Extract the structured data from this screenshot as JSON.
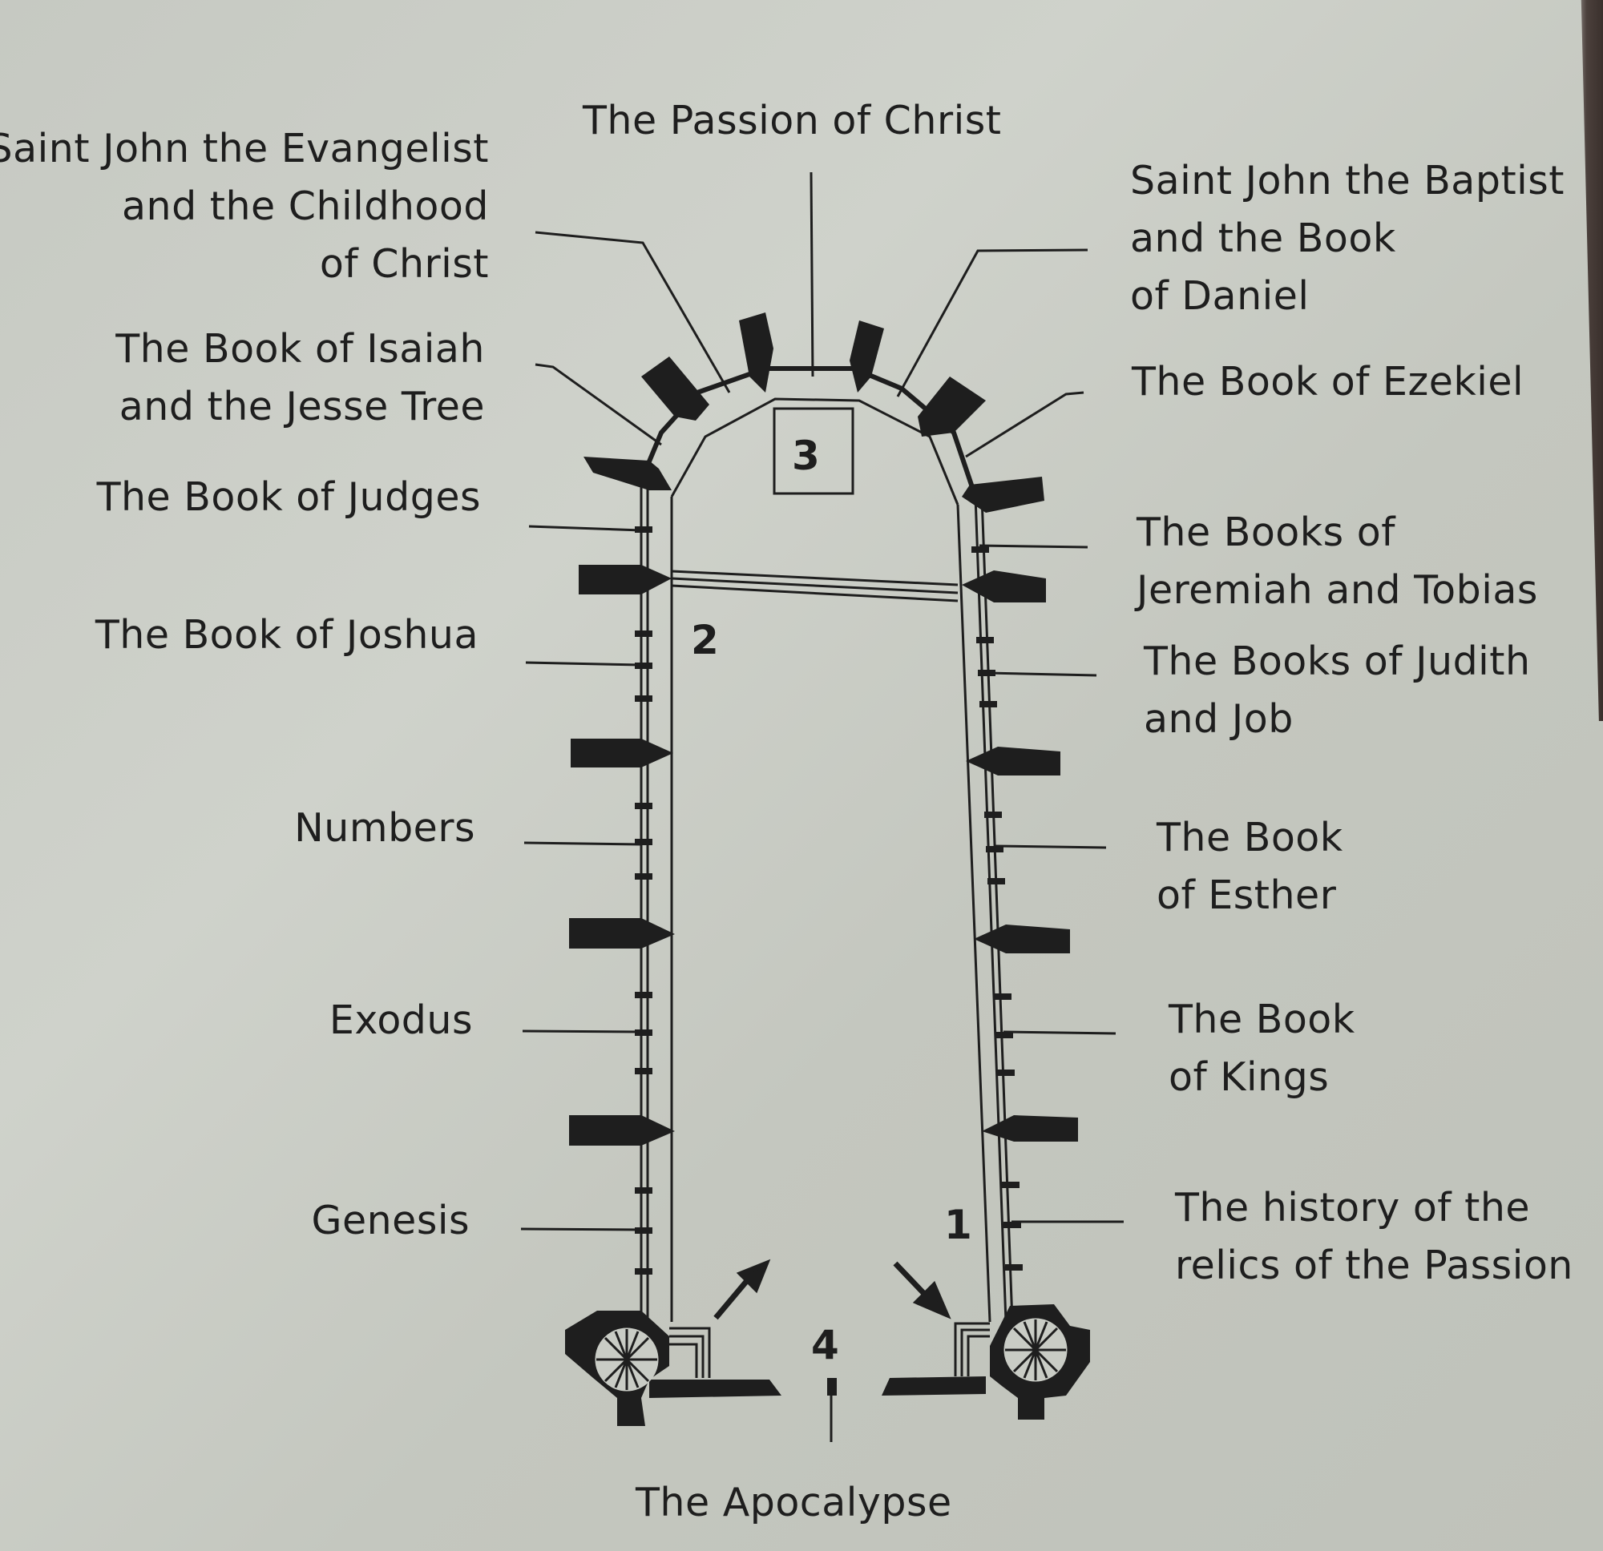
{
  "diagram": {
    "colors": {
      "paper": "#c9ccc5",
      "ink": "#1e1e1e"
    },
    "labels": {
      "passion_of_christ": "The Passion of Christ",
      "john_evangelist": "Saint John the Evangelist\nand the Childhood\nof Christ",
      "isaiah": "The Book of Isaiah\nand the Jesse Tree",
      "judges": "The Book of Judges",
      "joshua": "The Book of Joshua",
      "numbers": "Numbers",
      "exodus": "Exodus",
      "genesis": "Genesis",
      "john_baptist": "Saint John the Baptist\nand the Book\nof Daniel",
      "ezekiel": "The Book of Ezekiel",
      "jeremiah_tobias": "The Books of\nJeremiah and Tobias",
      "judith_job": "The Books of Judith\nand Job",
      "esther": "The Book\nof Esther",
      "kings": "The Book\nof Kings",
      "relics": "The history of the\nrelics of the Passion",
      "apocalypse": "The Apocalypse"
    },
    "zone_numbers": {
      "one": "1",
      "two": "2",
      "three": "3",
      "four": "4"
    },
    "icons": {
      "entry_arrow": "arrow-up-right-icon",
      "exit_arrow": "arrow-down-right-icon",
      "stair": "spiral-staircase-icon"
    }
  }
}
